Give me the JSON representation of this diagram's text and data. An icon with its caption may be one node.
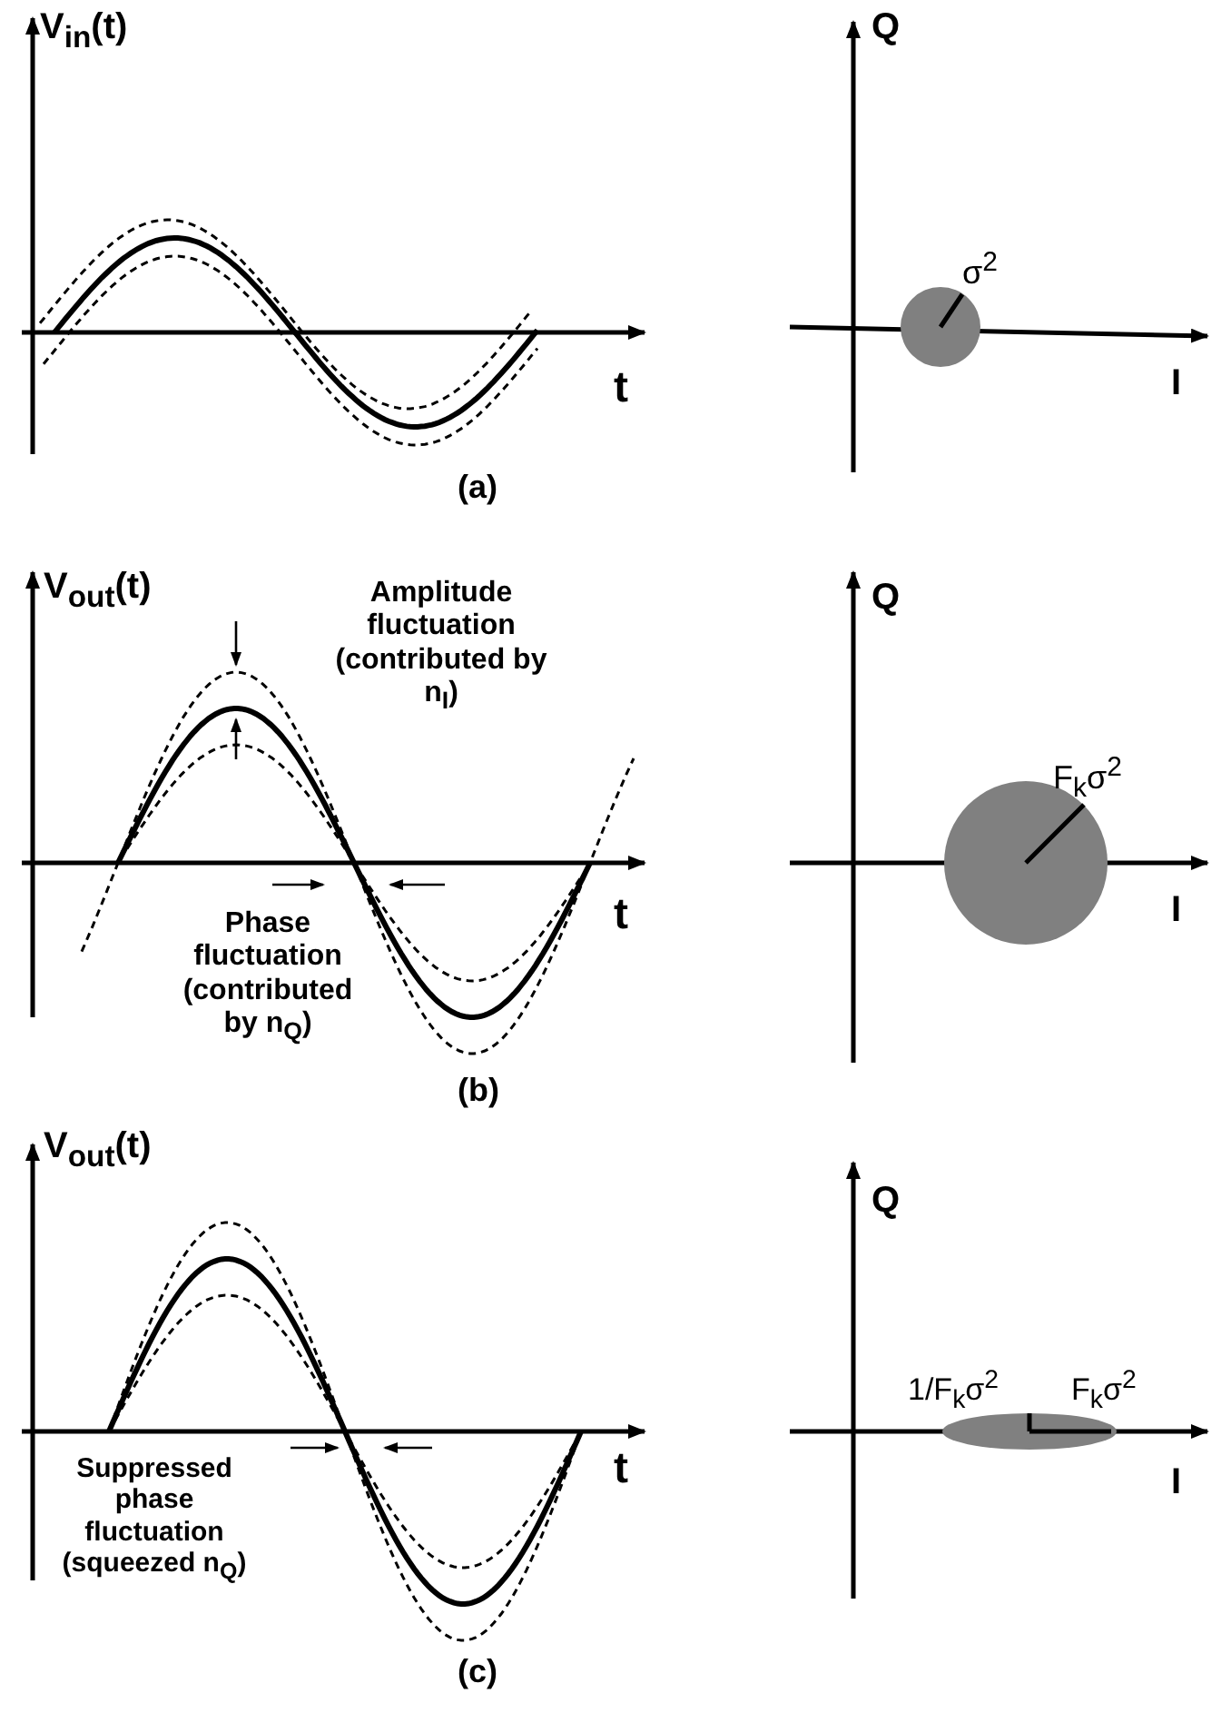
{
  "diagram": {
    "labels": [
      "V$_{in}$(t)",
      "t",
      "Q",
      "σ$^{2}$",
      "I",
      "(a)",
      "V$_{out}$(t)",
      "Amplitude fluctuation (contributed by n$_{I}$)",
      "Phase fluctuation (contributed by n$_{Q}$)",
      "t",
      "Q",
      "F$_{k}$σ$^{2}$",
      "I",
      "(b)",
      "V$_{out}$(t)",
      "Suppressed phase fluctuation (squeezed n$_{Q}$)",
      "t",
      "Q",
      "1/F$_{k}$σ$^{2}$",
      "F$_{k}$σ$^{2}$",
      "I",
      "(c)"
    ]
  }
}
